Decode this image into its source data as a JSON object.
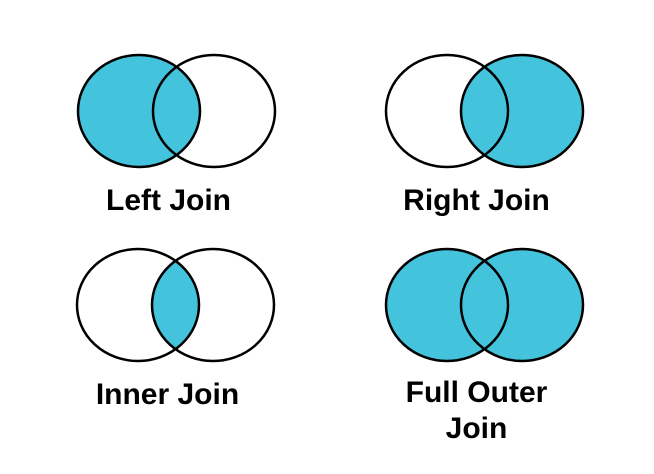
{
  "figure": {
    "description_labels": [
      "Left Join",
      "Right Join",
      "Inner Join",
      "Full Outer Join"
    ]
  },
  "colors": {
    "venn_fill": "#44C3DC",
    "venn_empty": "#FFFFFF",
    "outline": "#000000",
    "label_text": "#000000",
    "background": "#FFFFFF"
  },
  "diagrams": [
    {
      "name": "left-join",
      "label": "Left Join",
      "left_fill": "#44C3DC",
      "right_fill": "#FFFFFF",
      "intersection_fill": "#44C3DC"
    },
    {
      "name": "right-join",
      "label": "Right Join",
      "left_fill": "#FFFFFF",
      "right_fill": "#44C3DC",
      "intersection_fill": "#44C3DC"
    },
    {
      "name": "inner-join",
      "label": "Inner Join",
      "left_fill": "#FFFFFF",
      "right_fill": "#FFFFFF",
      "intersection_fill": "#44C3DC"
    },
    {
      "name": "full-outer-join",
      "label": "Full Outer\nJoin",
      "left_fill": "#44C3DC",
      "right_fill": "#44C3DC",
      "intersection_fill": "#44C3DC"
    }
  ]
}
